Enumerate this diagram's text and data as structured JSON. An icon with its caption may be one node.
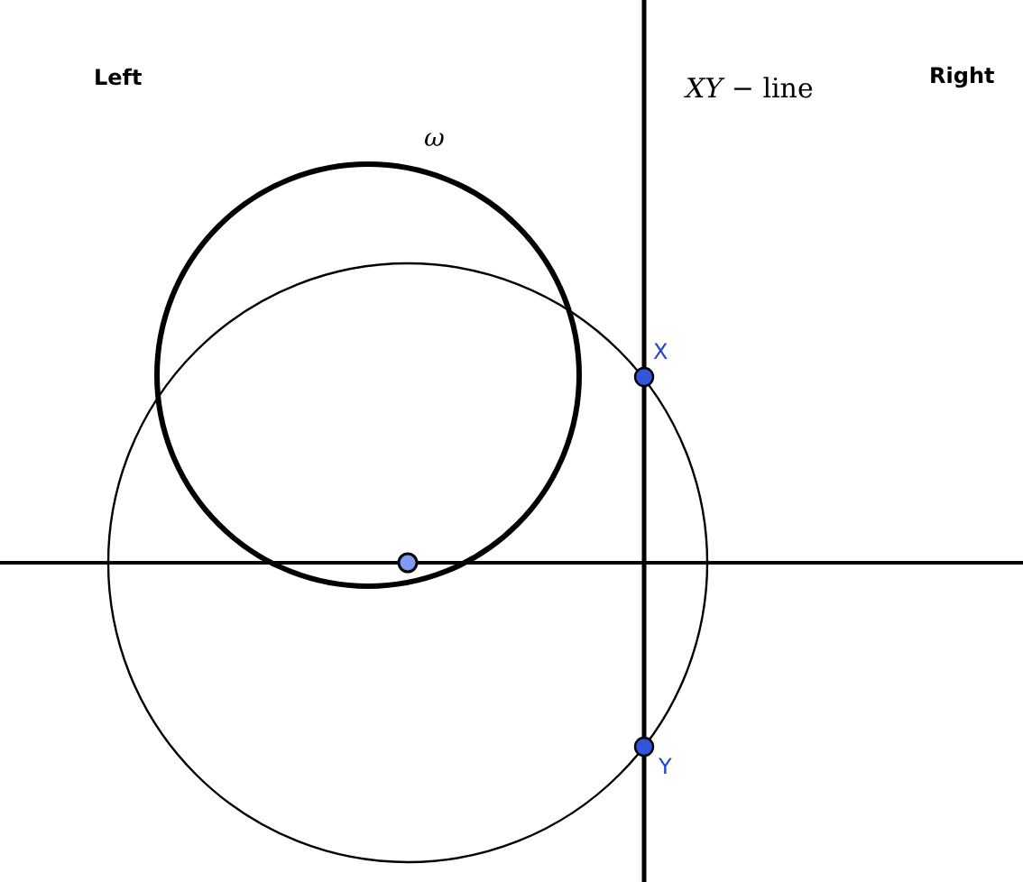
{
  "diagram": {
    "labels": [
      "Left",
      "Right",
      "ω",
      "*XY* − line",
      "X",
      "Y"
    ]
  }
}
